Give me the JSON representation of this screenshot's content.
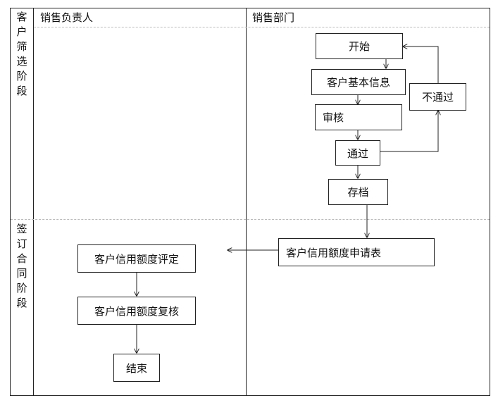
{
  "lanes": {
    "left_header": "销售负责人",
    "right_header": "销售部门"
  },
  "phases": {
    "screening": [
      "客",
      "户",
      "筛",
      "选",
      "阶",
      "段"
    ],
    "signing": [
      "签",
      "订",
      "合",
      "同",
      "阶",
      "段"
    ]
  },
  "nodes": {
    "start": "开始",
    "basic_info": "客户基本信息",
    "review": "审核",
    "pass": "通过",
    "fail": "不通过",
    "archive": "存档",
    "application": "客户信用额度申请表",
    "evaluate": "客户信用额度评定",
    "recheck": "客户信用额度复核",
    "end": "结束"
  }
}
